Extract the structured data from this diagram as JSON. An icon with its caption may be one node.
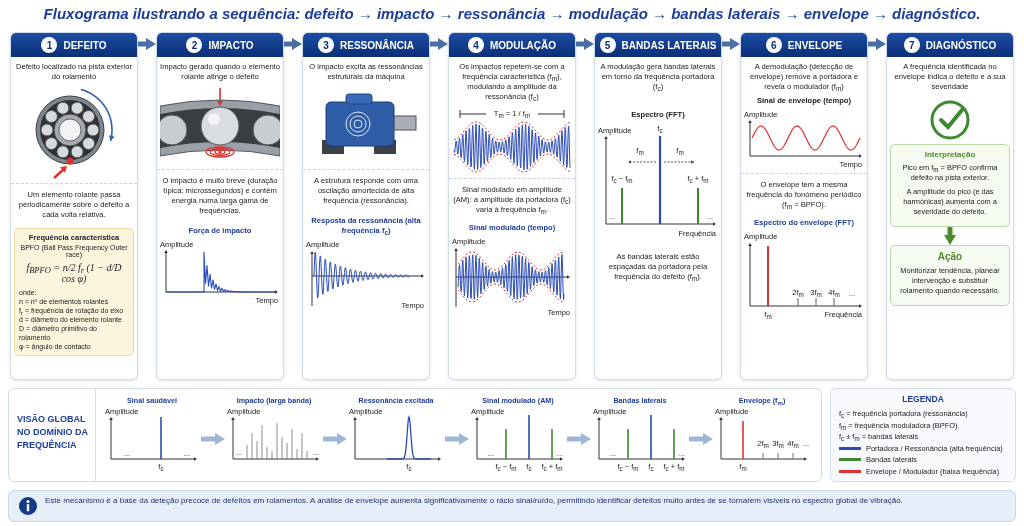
{
  "diagram": {
    "title": "Fluxograma ilustrando a sequência: defeito → impacto → ressonância → modulação → bandas laterais → envelope → diagnóstico.",
    "nodes": [
      {
        "text": [
          "1",
          "DEFEITO",
          "Defeito localizado na pista exterior do rolamento",
          "Um elemento rolante passa periodicamente sobre o defeito a cada volta relativa."
        ]
      },
      {
        "text": [
          "Frequência característica",
          "BPFO (Ball Pass Frequency Outer race)",
          "f$_{BPFO}$ = n/2 f$_{r}$ (1 − d/D cos φ)",
          "onde:",
          "n = nº de elementos rolantes",
          "f$_{r}$ = frequência de rotação do eixo",
          "d = diâmetro do elemento rolante",
          "D = diâmetro primitivo do rolamento",
          "φ = ângulo de contacto"
        ],
        "in": 0
      },
      {
        "text": [
          "2",
          "IMPACTO",
          "Impacto gerado quando o elemento rolante atinge o defeito",
          "O impacto é muito breve (duração típica: microssegundos) e contém energia numa larga gama de frequências.",
          "Força de impacto",
          "Amplitude",
          "Tempo"
        ]
      },
      {
        "text": [
          "3",
          "RESSONÂNCIA",
          "O impacto excita as ressonâncias estruturais da máquina",
          "A estrutura responde com uma oscilação amortecida de alta frequência (ressonância).",
          "Resposta da ressonância (alta frequência f$_{c}$)",
          "Amplitude",
          "Tempo"
        ]
      },
      {
        "text": [
          "4",
          "MODULAÇÃO",
          "Os impactos repetem-se com a frequência característica (f$_{m}$), modulando a amplitude da ressonância (f$_{c}$)",
          "T$_{m}$ = 1 / f$_{m}$",
          "Sinal modulado em amplitude (AM): a amplitude da portadora (f$_{c}$) varia à frequência f$_{m}$.",
          "Sinal modulado (tempo)",
          "Amplitude",
          "Tempo"
        ]
      },
      {
        "text": [
          "5",
          "BANDAS LATERAIS",
          "A modulação gera bandas laterais em torno da frequência portadora (f$_{c}$)",
          "Espectro (FFT)",
          "Amplitude",
          "f$_{c}$",
          "f$_{m}$",
          "f$_{m}$",
          "f$_{c}$ − f$_{m}$",
          "f$_{c}$ + f$_{m}$",
          "...",
          "...",
          "Frequência",
          "As bandas laterais estão espaçadas da portadora pela frequência do defeito (f$_{m}$)."
        ]
      },
      {
        "text": [
          "6",
          "ENVELOPE",
          "A demodulação (detecção de envelope) remove a portadora e revela o modulador (f$_{m}$)",
          "Sinal de envelope (tempo)",
          "Amplitude",
          "Tempo",
          "O envelope tem a mesma frequência do fonómeno periódico (f$_{m}$ = BPFO).",
          "Espectro do envelope (FFT)",
          "Amplitude",
          "2f$_{m}$",
          "3f$_{m}$",
          "4f$_{m}$",
          "...",
          "f$_{m}$",
          "Frequência"
        ]
      },
      {
        "text": [
          "7",
          "DIAGNÓSTICO",
          "A frequência identificada no envelope indica o defeito e a sua severidade"
        ]
      },
      {
        "text": [
          "Interpretação",
          "Pico em f$_{m}$ = BPFO confirma defeito na pista exterior.",
          "A amplitude do pico (e das harmónicas) aumenta com a severidade do defeito."
        ],
        "in": 7
      },
      {
        "text": [
          "Ação",
          "Monitorizar tendência, planear intervenção e substituir rolamento quando necessário."
        ],
        "in": 7
      },
      {
        "text": [
          "VISÃO GLOBAL NO DOMÍNIO DA FREQUÊNCIA"
        ]
      },
      {
        "text": [
          "Sinal saudável",
          "Amplitude",
          "...",
          "...",
          "f$_{c}$"
        ],
        "in": 10
      },
      {
        "text": [
          "Impacto (larga banda)",
          "Amplitude",
          "...",
          "..."
        ],
        "in": 10
      },
      {
        "text": [
          "Ressonância excitada",
          "Amplitude",
          "f$_{c}$"
        ],
        "in": 10
      },
      {
        "text": [
          "Sinal modulado (AM)",
          "Amplitude",
          "...",
          "...",
          "f$_{c}$ − f$_{m}$",
          "f$_{c}$",
          "f$_{c}$ + f$_{m}$"
        ],
        "in": 10
      },
      {
        "text": [
          "Bandas laterais",
          "Amplitude",
          "...",
          "...",
          "f$_{c}$ − f$_{m}$",
          "f$_{c}$",
          "f$_{c}$ + f$_{m}$"
        ],
        "in": 10
      },
      {
        "text": [
          "Envelope (f$_{m}$)",
          "Amplitude",
          "2f$_{m}$",
          "3f$_{m}$",
          "4f$_{m}$",
          "...",
          "f$_{m}$"
        ],
        "in": 10
      },
      {
        "text": [
          "Este mecanismo é a base da deteção precoce de defeitos em rolamentos. A análise de envelope aumenta significativamente o rácio sinal/ruído, permitindo identificar defeitos muito antes de se tornarem visíveis no espectro global de vibração."
        ]
      }
    ],
    "edges": [
      {
        "from": 0,
        "to": 2,
        "arrow": "to"
      },
      {
        "from": 2,
        "to": 3,
        "arrow": "to"
      },
      {
        "from": 3,
        "to": 4,
        "arrow": "to"
      },
      {
        "from": 4,
        "to": 5,
        "arrow": "to"
      },
      {
        "from": 5,
        "to": 6,
        "arrow": "to"
      },
      {
        "from": 6,
        "to": 7,
        "arrow": "to"
      },
      {
        "from": 8,
        "to": 9,
        "arrow": "to",
        "color": "#4e8b2e"
      },
      {
        "from": 11,
        "to": 12,
        "arrow": "to",
        "color": "#9fb6d8"
      },
      {
        "from": 12,
        "to": 13,
        "arrow": "to",
        "color": "#9fb6d8"
      },
      {
        "from": 13,
        "to": 14,
        "arrow": "to",
        "color": "#9fb6d8"
      },
      {
        "from": 14,
        "to": 15,
        "arrow": "to",
        "color": "#9fb6d8"
      },
      {
        "from": 15,
        "to": 16,
        "arrow": "to",
        "color": "#9fb6d8"
      }
    ],
    "labels": [
      "LEGENDA"
    ],
    "legend": [
      {
        "text": "f$_{c}$ = frequência portadora (ressonância)"
      },
      {
        "text": "f$_{m}$ = frequência moduladora (BPFO)"
      },
      {
        "text": "f$_{c}$ ± f$_{m}$ = bandas laterais"
      },
      {
        "text": "Portadora / Ressonância (alta frequência)"
      },
      {
        "text": "Bandas laterais"
      },
      {
        "text": "Envelope / Modulador (baixa frequência)"
      }
    ]
  }
}
